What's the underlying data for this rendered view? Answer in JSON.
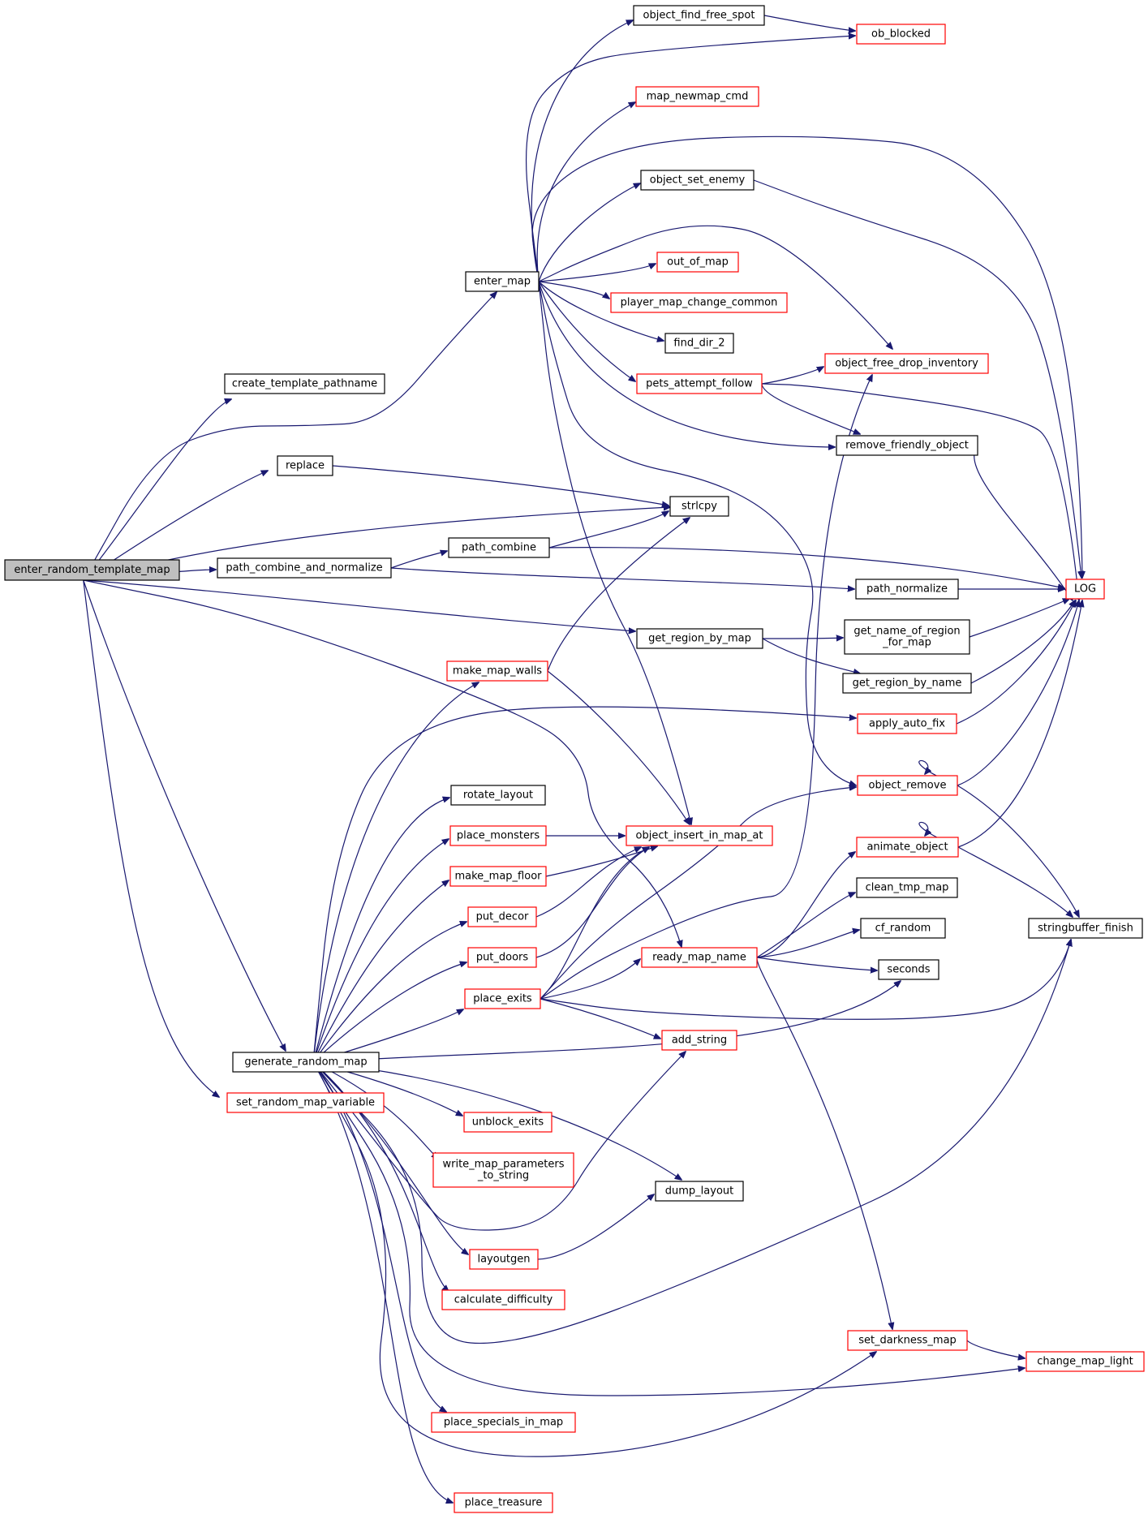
{
  "graph": {
    "colors": {
      "edge": "#191970",
      "root_fill": "#bfbfbf",
      "border_default": "#000000",
      "border_truncated": "#ff0000"
    },
    "nodes": [
      {
        "id": "enter_random_template_map",
        "label": "enter_random_template_map",
        "style": "root"
      },
      {
        "id": "create_template_pathname",
        "label": "create_template_pathname",
        "style": "black"
      },
      {
        "id": "replace",
        "label": "replace",
        "style": "black"
      },
      {
        "id": "path_combine_and_normalize",
        "label": "path_combine_and_normalize",
        "style": "black"
      },
      {
        "id": "set_random_map_variable",
        "label": "set_random_map_variable",
        "style": "red"
      },
      {
        "id": "generate_random_map",
        "label": "generate_random_map",
        "style": "black"
      },
      {
        "id": "enter_map",
        "label": "enter_map",
        "style": "black"
      },
      {
        "id": "object_find_free_spot",
        "label": "object_find_free_spot",
        "style": "black"
      },
      {
        "id": "ob_blocked",
        "label": "ob_blocked",
        "style": "red"
      },
      {
        "id": "map_newmap_cmd",
        "label": "map_newmap_cmd",
        "style": "red"
      },
      {
        "id": "object_set_enemy",
        "label": "object_set_enemy",
        "style": "black"
      },
      {
        "id": "out_of_map",
        "label": "out_of_map",
        "style": "red"
      },
      {
        "id": "player_map_change_common",
        "label": "player_map_change_common",
        "style": "red"
      },
      {
        "id": "find_dir_2",
        "label": "find_dir_2",
        "style": "black"
      },
      {
        "id": "pets_attempt_follow",
        "label": "pets_attempt_follow",
        "style": "red"
      },
      {
        "id": "object_free_drop_inventory",
        "label": "object_free_drop_inventory",
        "style": "red"
      },
      {
        "id": "remove_friendly_object",
        "label": "remove_friendly_object",
        "style": "black"
      },
      {
        "id": "strlcpy",
        "label": "strlcpy",
        "style": "black"
      },
      {
        "id": "path_combine",
        "label": "path_combine",
        "style": "black"
      },
      {
        "id": "path_normalize",
        "label": "path_normalize",
        "style": "black"
      },
      {
        "id": "LOG",
        "label": "LOG",
        "style": "red"
      },
      {
        "id": "get_region_by_map",
        "label": "get_region_by_map",
        "style": "black"
      },
      {
        "id": "get_name_of_region_for_map",
        "label": [
          "get_name_of_region",
          "_for_map"
        ],
        "style": "black"
      },
      {
        "id": "get_region_by_name",
        "label": "get_region_by_name",
        "style": "black"
      },
      {
        "id": "make_map_walls",
        "label": "make_map_walls",
        "style": "red"
      },
      {
        "id": "apply_auto_fix",
        "label": "apply_auto_fix",
        "style": "red"
      },
      {
        "id": "object_remove",
        "label": "object_remove",
        "style": "red"
      },
      {
        "id": "rotate_layout",
        "label": "rotate_layout",
        "style": "black"
      },
      {
        "id": "place_monsters",
        "label": "place_monsters",
        "style": "red"
      },
      {
        "id": "object_insert_in_map_at",
        "label": "object_insert_in_map_at",
        "style": "red"
      },
      {
        "id": "make_map_floor",
        "label": "make_map_floor",
        "style": "red"
      },
      {
        "id": "animate_object",
        "label": "animate_object",
        "style": "red"
      },
      {
        "id": "put_decor",
        "label": "put_decor",
        "style": "red"
      },
      {
        "id": "clean_tmp_map",
        "label": "clean_tmp_map",
        "style": "black"
      },
      {
        "id": "stringbuffer_finish",
        "label": "stringbuffer_finish",
        "style": "black"
      },
      {
        "id": "cf_random",
        "label": "cf_random",
        "style": "black"
      },
      {
        "id": "put_doors",
        "label": "put_doors",
        "style": "red"
      },
      {
        "id": "ready_map_name",
        "label": "ready_map_name",
        "style": "red"
      },
      {
        "id": "seconds",
        "label": "seconds",
        "style": "black"
      },
      {
        "id": "place_exits",
        "label": "place_exits",
        "style": "red"
      },
      {
        "id": "add_string",
        "label": "add_string",
        "style": "red"
      },
      {
        "id": "unblock_exits",
        "label": "unblock_exits",
        "style": "red"
      },
      {
        "id": "write_map_parameters_to_string",
        "label": [
          "write_map_parameters",
          "_to_string"
        ],
        "style": "red"
      },
      {
        "id": "dump_layout",
        "label": "dump_layout",
        "style": "black"
      },
      {
        "id": "layoutgen",
        "label": "layoutgen",
        "style": "red"
      },
      {
        "id": "calculate_difficulty",
        "label": "calculate_difficulty",
        "style": "red"
      },
      {
        "id": "set_darkness_map",
        "label": "set_darkness_map",
        "style": "red"
      },
      {
        "id": "change_map_light",
        "label": "change_map_light",
        "style": "red"
      },
      {
        "id": "place_specials_in_map",
        "label": "place_specials_in_map",
        "style": "red"
      },
      {
        "id": "place_treasure",
        "label": "place_treasure",
        "style": "red"
      }
    ]
  }
}
